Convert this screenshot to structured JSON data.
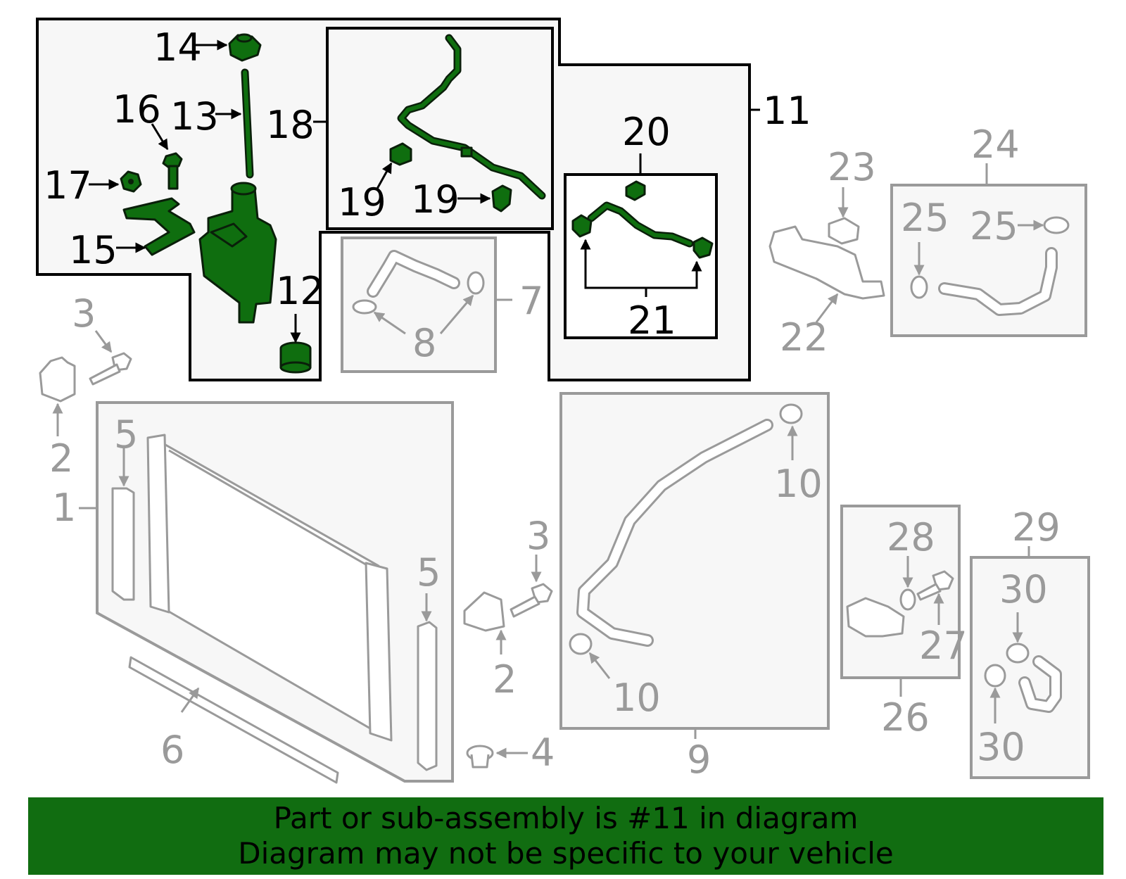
{
  "callouts": {
    "c1": "1",
    "c2a": "2",
    "c2b": "2",
    "c3a": "3",
    "c3b": "3",
    "c4": "4",
    "c5a": "5",
    "c5b": "5",
    "c6": "6",
    "c7": "7",
    "c8": "8",
    "c9": "9",
    "c10a": "10",
    "c10b": "10",
    "c11": "11",
    "c12": "12",
    "c13": "13",
    "c14": "14",
    "c15": "15",
    "c16": "16",
    "c17": "17",
    "c18": "18",
    "c19a": "19",
    "c19b": "19",
    "c20": "20",
    "c21": "21",
    "c22": "22",
    "c23": "23",
    "c24": "24",
    "c25a": "25",
    "c25b": "25",
    "c26": "26",
    "c27": "27",
    "c28": "28",
    "c29": "29",
    "c30a": "30",
    "c30b": "30"
  },
  "banner": {
    "line1": "Part or sub-assembly is #11 in diagram",
    "line2": "Diagram may not be specific to your vehicle"
  },
  "colors": {
    "highlight": "#116d11",
    "part_fill": "#0f6e0f",
    "inactive": "#9a9a9a"
  }
}
